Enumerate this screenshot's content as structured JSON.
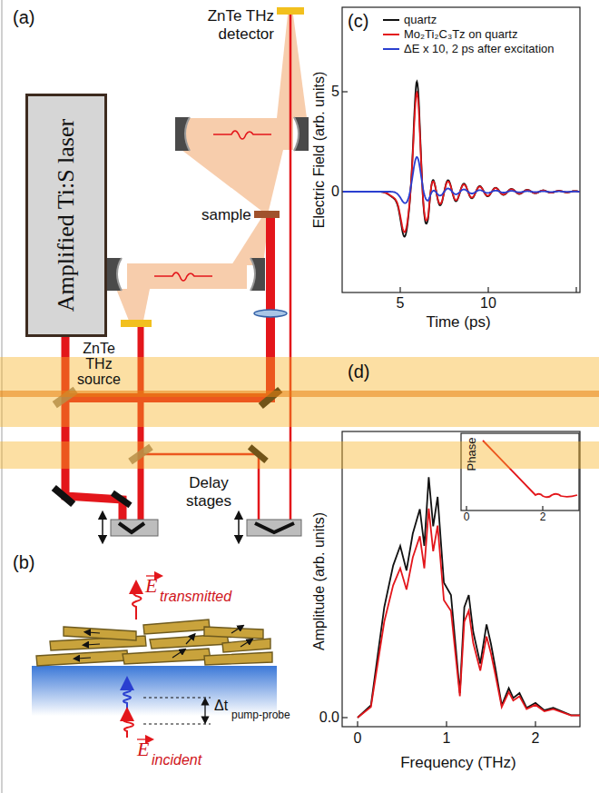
{
  "diagram": {
    "nodes": [
      {
        "text": [
          "Amplified Ti:S laser"
        ]
      }
    ],
    "labels": [
      "(a)",
      "ZnTe THz detector",
      "sample",
      "ZnTe THz source",
      "Delay stages",
      "(b)",
      "E",
      "transmitted",
      "E",
      "incident",
      "Δt",
      "pump-probe",
      "(c)",
      "Electric Field (arb. units)",
      "5",
      "0",
      "5",
      "10",
      "Time (ps)",
      "(d)",
      "Amplitude (arb. units)",
      "Frequency (THz)",
      "0",
      "1",
      "2",
      "0.0",
      "Phase",
      "0",
      "2"
    ],
    "legend": [
      {
        "text": "quartz"
      },
      {
        "text": "Mo₂Ti₂C₃Tz on quartz"
      },
      {
        "text": "ΔE x 10, 2 ps after excitation"
      }
    ]
  }
}
